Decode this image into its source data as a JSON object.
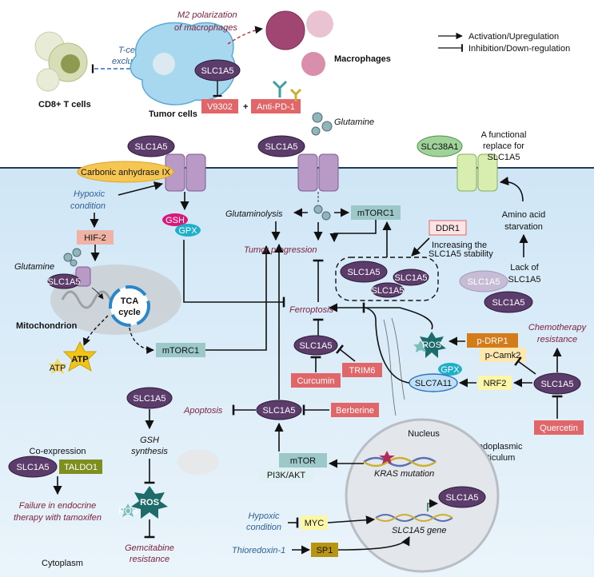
{
  "legend": {
    "activation": "Activation/Upregulation",
    "inhibition": "Inhibition/Down-regulation"
  },
  "top": {
    "m2": "M2 polarization",
    "m2b": "of macrophages",
    "macrophages": "Macrophages",
    "tcell_exclusion_a": "T-cell",
    "tcell_exclusion_b": "exclusion",
    "cd8": "CD8+ T cells",
    "tumor_cells": "Tumor cells",
    "slc1a5": "SLC1A5",
    "v9302": "V9302",
    "plus": "+",
    "antipd1": "Anti-PD-1"
  },
  "membrane": {
    "slc1a5_left": "SLC1A5",
    "slc1a5_mid": "SLC1A5",
    "carbonic": "Carbonic anhydrase IX",
    "glutamine_out": "Glutamine",
    "slc38a1": "SLC38A1",
    "functional_a": "A functional",
    "functional_b": "replace for",
    "functional_c": "SLC1A5"
  },
  "left": {
    "hypoxic_a": "Hypoxic",
    "hypoxic_b": "condition",
    "hif2": "HIF-2",
    "glutamine_in": "Glutamine",
    "slc1a5_mito": "SLC1A5",
    "tca_a": "TCA",
    "tca_b": "cycle",
    "mitochondrion": "Mitochondrion",
    "atp": "ATP",
    "atp_small": "ATP",
    "mtorc1": "mTORC1",
    "gsh": "GSH",
    "gpx": "GPX"
  },
  "center": {
    "glutaminolysis": "Glutaminolysis",
    "mtorc1": "mTORC1",
    "ddr1": "DDR1",
    "ddr1_note_a": "Increasing the",
    "ddr1_note_b": "SLC1A5 stability",
    "tumor_progression": "Tumor progression",
    "slc1a5_big": "SLC1A5",
    "slc1a5_s1": "SLC1A5",
    "slc1a5_s2": "SLC1A5",
    "ferroptosis": "Ferroptosis",
    "slc1a5_ferro": "SLC1A5",
    "trim6": "TRIM6",
    "curcumin": "Curcumin",
    "slc1a5_apop": "SLC1A5",
    "apoptosis": "Apoptosis",
    "berberine": "Berberine",
    "mtor": "mTOR",
    "pi3k": "PI3K/AKT"
  },
  "right": {
    "amino_a": "Amino acid",
    "amino_b": "starvation",
    "lack_a": "Lack of",
    "lack_b": "SLC1A5",
    "slc1a5_faded": "SLC1A5",
    "slc1a5_dark": "SLC1A5",
    "chemo_a": "Chemotherapy",
    "chemo_b": "resistance",
    "pdrp1": "p-DRP1",
    "pcamk2": "p-Camk2",
    "ros": "ROS",
    "gpx": "GPX",
    "slc7a11": "SLC7A11",
    "nrf2": "NRF2",
    "slc1a5": "SLC1A5",
    "quercetin": "Quercetin",
    "er_a": "Endoplasmic",
    "er_b": "reticulum"
  },
  "nucleus": {
    "title": "Nucleus",
    "kras": "KRAS mutation",
    "slc1a5": "SLC1A5",
    "gene": "SLC1A5 gene"
  },
  "bottom": {
    "slc1a5_gsh": "SLC1A5",
    "gsh_a": "GSH",
    "gsh_b": "synthesis",
    "ros": "ROS",
    "ros_small": "ROS",
    "gem_a": "Gemcitabine",
    "gem_b": "resistance",
    "coexp": "Co-expression",
    "slc1a5_co": "SLC1A5",
    "taldo1": "TALDO1",
    "fail_a": "Failure in endocrine",
    "fail_b": "therapy with tamoxifen",
    "cytoplasm": "Cytoplasm",
    "hypoxic_a": "Hypoxic",
    "hypoxic_b": "condition",
    "myc": "MYC",
    "thioredoxin": "Thioredoxin-1",
    "sp1": "SP1"
  }
}
